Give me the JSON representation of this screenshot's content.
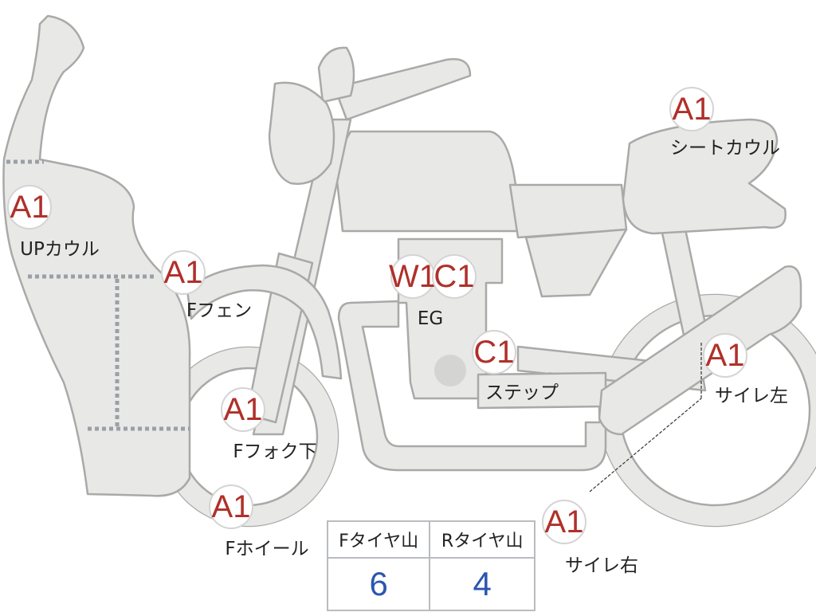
{
  "colors": {
    "part_fill": "#e8e8e6",
    "part_outline": "#a9aaa8",
    "badge_text": "#b0302a",
    "badge_outline": "#d4d4d4",
    "tread_value": "#2a56b0",
    "label_text": "#222222"
  },
  "parts": [
    {
      "grade": "A1",
      "label": "UPカウル"
    },
    {
      "grade": "A1",
      "label": "Fフェン"
    },
    {
      "grade": "A1",
      "label": "Fフォク下"
    },
    {
      "grade": "A1",
      "label": "Fホイール"
    },
    {
      "grade": "W1",
      "label": ""
    },
    {
      "grade": "C1",
      "label": "EG"
    },
    {
      "grade": "C1",
      "label": "ステップ"
    },
    {
      "grade": "A1",
      "label": "シートカウル"
    },
    {
      "grade": "A1",
      "label": "サイレ左"
    },
    {
      "grade": "A1",
      "label": "サイレ右"
    }
  ],
  "tread": {
    "front_header": "Fタイヤ山",
    "rear_header": "Rタイヤ山",
    "front_value": "6",
    "rear_value": "4"
  }
}
